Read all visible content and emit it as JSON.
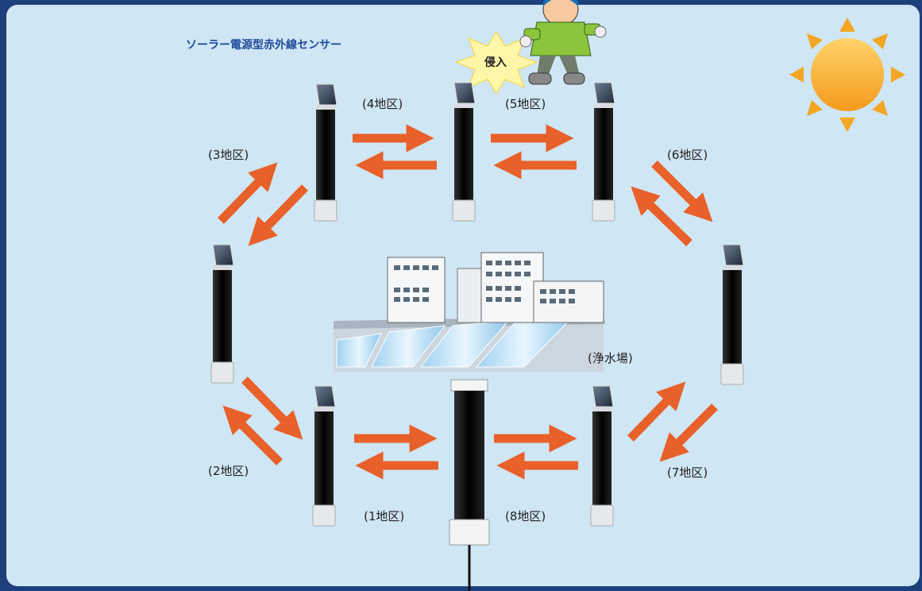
{
  "title": "ソーラー電源型赤外線センサー",
  "intrusion_label": "侵入",
  "facility_label": "(浄水場)",
  "zones": {
    "z1": "(1地区)",
    "z2": "(2地区)",
    "z3": "(3地区)",
    "z4": "(4地区)",
    "z5": "(5地区)",
    "z6": "(6地区)",
    "z7": "(7地区)",
    "z8": "(8地区)"
  },
  "colors": {
    "background": "#cfe6f4",
    "frame": "#1d3f7a",
    "arrow": "#e8602a",
    "sensor_body": "#111111",
    "title": "#1f4a9c",
    "sun": "#f3a623"
  },
  "icons": [
    "sun-icon",
    "intruder-figure",
    "solar-sensor-icon",
    "control-unit-icon",
    "water-plant-illustration"
  ]
}
